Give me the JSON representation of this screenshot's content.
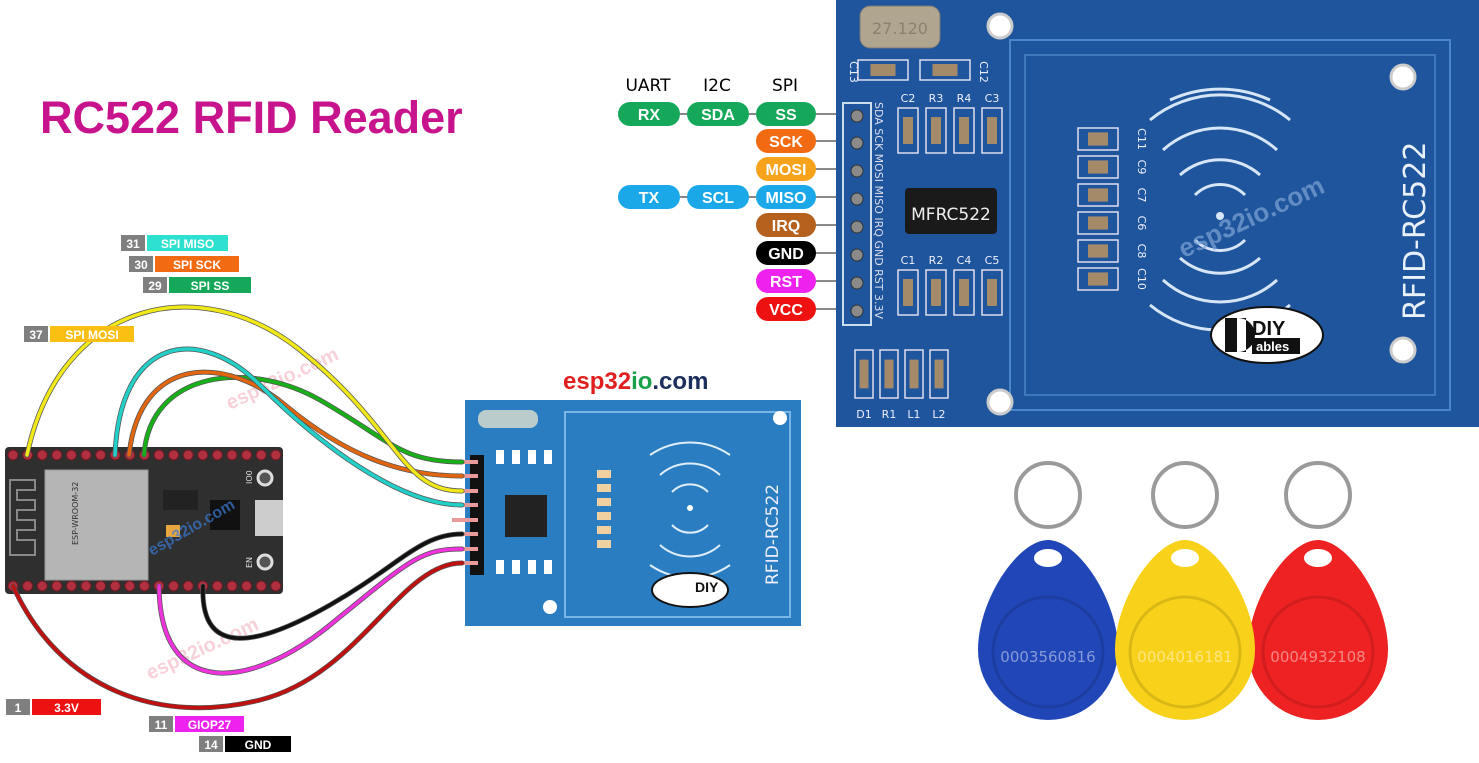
{
  "title": "RC522 RFID Reader",
  "brand": {
    "part1": "esp32",
    "part2": "io",
    "part3": ".com",
    "colors": {
      "part1": "#e02020",
      "part2": "#1aa04a",
      "part3": "#1b2f5c"
    }
  },
  "watermark": "esp32io.com",
  "interface_headers": {
    "uart": "UART",
    "i2c": "I2C",
    "spi": "SPI"
  },
  "uart_pins": [
    {
      "label": "RX",
      "color": "#16a85a"
    },
    {
      "label": "TX",
      "color": "#1ba8e8"
    }
  ],
  "i2c_pins": [
    {
      "label": "SDA",
      "color": "#16a85a"
    },
    {
      "label": "SCL",
      "color": "#1ba8e8"
    }
  ],
  "rc522_pins": [
    {
      "label": "SS",
      "color": "#16a85a"
    },
    {
      "label": "SCK",
      "color": "#f26b12"
    },
    {
      "label": "MOSI",
      "color": "#f7a21b"
    },
    {
      "label": "MISO",
      "color": "#1ba8e8"
    },
    {
      "label": "IRQ",
      "color": "#b5601c"
    },
    {
      "label": "GND",
      "color": "#000000"
    },
    {
      "label": "RST",
      "color": "#ee22ee"
    },
    {
      "label": "VCC",
      "color": "#ee1111"
    }
  ],
  "esp32_labels": [
    {
      "num": "31",
      "name": "SPI MISO",
      "color": "#2ee0d0"
    },
    {
      "num": "30",
      "name": "SPI SCK",
      "color": "#f26b12"
    },
    {
      "num": "29",
      "name": "SPI SS",
      "color": "#16a85a"
    },
    {
      "num": "37",
      "name": "SPI MOSI",
      "color": "#fbbf14"
    },
    {
      "num": "1",
      "name": "3.3V",
      "color": "#ee1111"
    },
    {
      "num": "11",
      "name": "GIOP27",
      "color": "#ee22ee"
    },
    {
      "num": "14",
      "name": "GND",
      "color": "#000000"
    }
  ],
  "wires": [
    {
      "signal": "SS",
      "color": "#18b018"
    },
    {
      "signal": "SCK",
      "color": "#e0650e"
    },
    {
      "signal": "MOSI",
      "color": "#f0e818"
    },
    {
      "signal": "MISO",
      "color": "#22d0c8"
    },
    {
      "signal": "GND",
      "color": "#111111"
    },
    {
      "signal": "RST",
      "color": "#ee33dd"
    },
    {
      "signal": "VCC",
      "color": "#c01010"
    }
  ],
  "board": {
    "chip": "MFRC522",
    "name": "RFID-RC522",
    "crystal": "27.120",
    "silk_pins": "SDA SCK MOSI MISO IRQ GND RST 3.3V",
    "components_top": [
      "C2",
      "R3",
      "R4",
      "C3"
    ],
    "components_bottom": [
      "C1",
      "R2",
      "C4",
      "C5"
    ],
    "components_lower": [
      "D1",
      "R1",
      "L1",
      "L2"
    ],
    "components_caps": [
      "C11",
      "C9",
      "C7",
      "C6",
      "C8",
      "C10"
    ],
    "crystal_caps": [
      "C13",
      "C12"
    ],
    "logo_top": "DIY",
    "logo_bottom": "ables"
  },
  "esp32_module": {
    "text": "ESP-WROOM-32",
    "btn1": "IO0",
    "btn2": "EN"
  },
  "tags": [
    {
      "color": "#2146b8",
      "number": "0003560816"
    },
    {
      "color": "#f8d21a",
      "number": "0004016181"
    },
    {
      "color": "#ee2222",
      "number": "0004932108"
    }
  ]
}
